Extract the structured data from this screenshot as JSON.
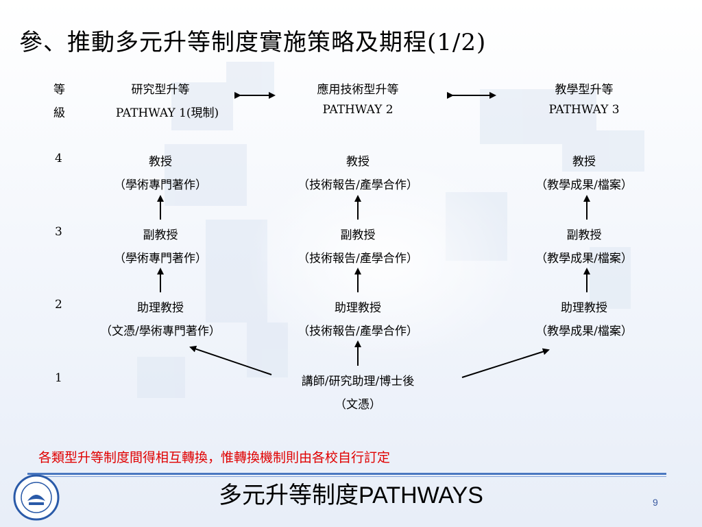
{
  "slide": {
    "title": "參、推動多元升等制度實施策略及期程(1/2)",
    "grade_header_top": "等",
    "grade_header_bottom": "級",
    "grades": [
      "4",
      "3",
      "2",
      "1"
    ],
    "pathways": [
      {
        "name": "研究型升等",
        "code": "PATHWAY 1(現制)",
        "levels": [
          {
            "title": "教授",
            "detail": "（學術專門著作）"
          },
          {
            "title": "副教授",
            "detail": "（學術專門著作）"
          },
          {
            "title": "助理教授",
            "detail": "（文憑/學術專門著作）"
          }
        ]
      },
      {
        "name": "應用技術型升等",
        "code": "PATHWAY 2",
        "levels": [
          {
            "title": "教授",
            "detail": "（技術報告/產學合作）"
          },
          {
            "title": "副教授",
            "detail": "（技術報告/產學合作）"
          },
          {
            "title": "助理教授",
            "detail": "（技術報告/產學合作）"
          }
        ]
      },
      {
        "name": "教學型升等",
        "code": "PATHWAY 3",
        "levels": [
          {
            "title": "教授",
            "detail": "（教學成果/檔案）"
          },
          {
            "title": "副教授",
            "detail": "（教學成果/檔案）"
          },
          {
            "title": "助理教授",
            "detail": "（教學成果/檔案）"
          }
        ]
      }
    ],
    "entry_level": {
      "title": "講師/研究助理/博士後",
      "detail": "（文憑）"
    },
    "note": "各類型升等制度間得相互轉換，惟轉換機制則由各校自行訂定",
    "footer": "多元升等制度PATHWAYS",
    "page_number": "9"
  },
  "colors": {
    "note": "#e00000",
    "rule": "#4a78c0",
    "logo": "#2a5aa8"
  },
  "icons": [
    "ministry-of-education-logo",
    "double-arrow-icon",
    "up-arrow-icon"
  ]
}
